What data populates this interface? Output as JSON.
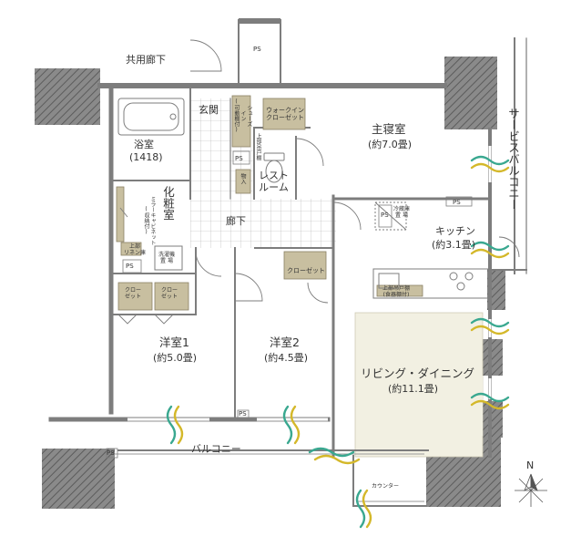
{
  "rooms": {
    "master": {
      "name": "主寝室",
      "size": "(約7.0畳)"
    },
    "bath": {
      "name": "浴室",
      "size": "(1418)"
    },
    "entrance": "玄関",
    "restroom": "レスト\nルーム",
    "hallway": "廊下",
    "vanity": "化粧室",
    "kitchen": {
      "name": "キッチン",
      "size": "(約3.1畳)"
    },
    "western1": {
      "name": "洋室1",
      "size": "(約5.0畳)"
    },
    "western2": {
      "name": "洋室2",
      "size": "(約4.5畳)"
    },
    "living": {
      "name": "リビング・ダイニング",
      "size": "(約11.1畳)"
    }
  },
  "outdoor": {
    "corridor": "共用廊下",
    "service_balcony": "サービスバルコニー",
    "balcony": "バルコニー",
    "counter": "カウンター"
  },
  "storage": {
    "walkin": "ウォークイン\nクローゼット",
    "shoes": "シューズ\nイン\n(可動棚付)",
    "hanger": "上部吊戸棚",
    "storage_in": "物入",
    "closet_west2": "クローゼット",
    "closet_a": "クロー\nゼット",
    "closet_b": "クロー\nゼット",
    "linen": "上部\nリネン庫",
    "mirror_cabinet": "ミラーキャビネット\n(収納付)",
    "washer": "洗濯機\n置 場",
    "fridge": "冷蔵庫\n置 場",
    "kitchen_upper": "上部吊戸棚\n(食器棚付)"
  },
  "labels": {
    "ps": "PS",
    "north": "N"
  },
  "colors": {
    "wall": "#7d7d7d",
    "storage": "#c8bfa0",
    "living_floor": "#f2f0e2",
    "hatch": "#6c6c6c",
    "wind_green": "#3aa890",
    "wind_yellow": "#d4b82a"
  }
}
